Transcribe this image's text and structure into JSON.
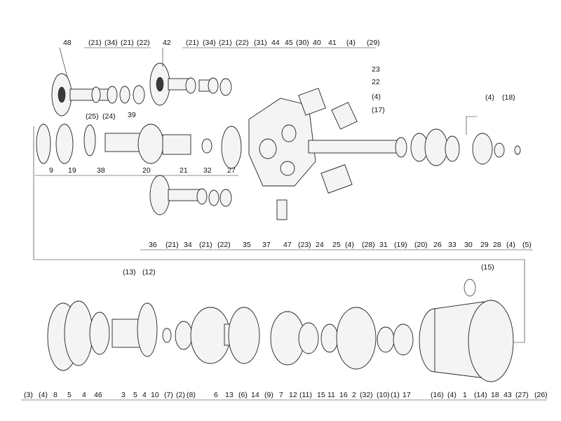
{
  "top_labels": [
    "48",
    "(21)",
    "(34)",
    "(21)",
    "(22)",
    "42",
    "(21)",
    "(34)",
    "(21)",
    "(22)",
    "(31)",
    "44",
    "45",
    "(30)",
    "40",
    "41",
    "(4)",
    "(29)",
    "23",
    "22",
    "(4)",
    "(17)",
    "(25)",
    "(24)",
    "39",
    "(4)",
    "(18)"
  ],
  "mid_labels": [
    "9",
    "19",
    "38",
    "20",
    "21",
    "32",
    "27",
    "36",
    "(21)",
    "34",
    "(21)",
    "(22)",
    "35",
    "37",
    "47",
    "(23)",
    "24",
    "25",
    "(4)",
    "(28)",
    "31",
    "(19)",
    "(20)",
    "26",
    "33",
    "30",
    "29",
    "28",
    "(4)",
    "(5)"
  ],
  "bottom_labels": [
    "(13)",
    "(12)",
    "(15)",
    "(3)",
    "(4)",
    "8",
    "5",
    "4",
    "46",
    "3",
    "5",
    "4",
    "10",
    "(7)",
    "(2)",
    "(8)",
    "6",
    "13",
    "(6)",
    "14",
    "(9)",
    "7",
    "12",
    "(11)",
    "15",
    "11",
    "16",
    "2",
    "(32)",
    "(10)",
    "(1)",
    "17",
    "(16)",
    "(4)",
    "1",
    "(14)",
    "18",
    "43",
    "(27)",
    "(26)"
  ]
}
